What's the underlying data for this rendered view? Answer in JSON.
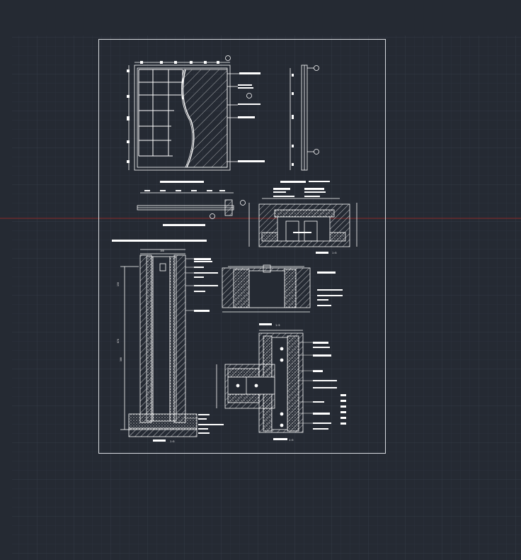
{
  "viewport": {
    "background": "#252a33",
    "grid_minor_color": "#2c323c",
    "grid_major_color": "#343b46",
    "axis_color": "#8b2a2a"
  },
  "sheet": {
    "border_color": "#d8dbe0",
    "line_color": "#ffffff"
  },
  "titles": {
    "section_1_1": "1:5",
    "section_2_2": "1:5",
    "section_3_3": "1:5",
    "section_4_4": "1:5"
  },
  "dims": {
    "overall_height": "878",
    "part_a": "300",
    "part_b": "150",
    "total_width": "160"
  }
}
